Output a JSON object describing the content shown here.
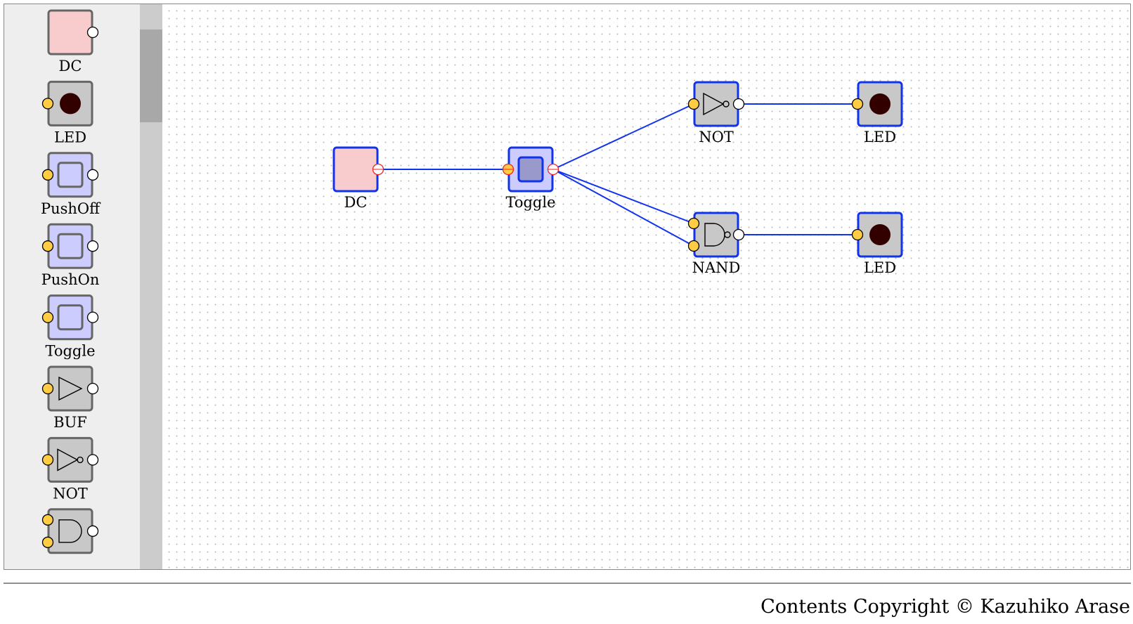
{
  "colors": {
    "source_fill": "#f8cccc",
    "gray_fill": "#c8c8c8",
    "switch_fill": "#ccccff",
    "knob_on_fill": "#9999cc",
    "toolbox_border": "#666666",
    "selected_border": "#1133ee",
    "wire": "#1133ee",
    "input_pin": "#ffcc44",
    "output_pin": "#ffffff",
    "active_pin_stroke": "#ee2222",
    "led_off": "#330000"
  },
  "toolbox": {
    "items": [
      {
        "label": "DC",
        "kind": "dc",
        "icon": "dc-source-icon"
      },
      {
        "label": "LED",
        "kind": "led",
        "icon": "led-icon"
      },
      {
        "label": "PushOff",
        "kind": "switch",
        "icon": "push-off-switch-icon"
      },
      {
        "label": "PushOn",
        "kind": "switch",
        "icon": "push-on-switch-icon"
      },
      {
        "label": "Toggle",
        "kind": "switch",
        "icon": "toggle-switch-icon"
      },
      {
        "label": "BUF",
        "kind": "buf",
        "icon": "buffer-gate-icon"
      },
      {
        "label": "NOT",
        "kind": "not",
        "icon": "not-gate-icon"
      },
      {
        "label": "",
        "kind": "and",
        "icon": "and-gate-icon"
      }
    ]
  },
  "circuit": {
    "devices": [
      {
        "id": "dc1",
        "label": "DC",
        "kind": "dc",
        "icon": "dc-source-icon"
      },
      {
        "id": "toggle1",
        "label": "Toggle",
        "kind": "switch",
        "icon": "toggle-switch-icon",
        "state": "on"
      },
      {
        "id": "not1",
        "label": "NOT",
        "kind": "not",
        "icon": "not-gate-icon"
      },
      {
        "id": "nand1",
        "label": "NAND",
        "kind": "nand",
        "icon": "nand-gate-icon"
      },
      {
        "id": "led1",
        "label": "LED",
        "kind": "led",
        "icon": "led-icon",
        "state": "off"
      },
      {
        "id": "led2",
        "label": "LED",
        "kind": "led",
        "icon": "led-icon",
        "state": "off"
      }
    ],
    "wires": [
      {
        "from": "dc1.out",
        "to": "toggle1.in"
      },
      {
        "from": "toggle1.out",
        "to": "not1.in"
      },
      {
        "from": "toggle1.out",
        "to": "nand1.in1"
      },
      {
        "from": "toggle1.out",
        "to": "nand1.in2"
      },
      {
        "from": "not1.out",
        "to": "led1.in"
      },
      {
        "from": "nand1.out",
        "to": "led2.in"
      }
    ]
  },
  "footer": {
    "copyright": "Contents Copyright © Kazuhiko Arase"
  }
}
